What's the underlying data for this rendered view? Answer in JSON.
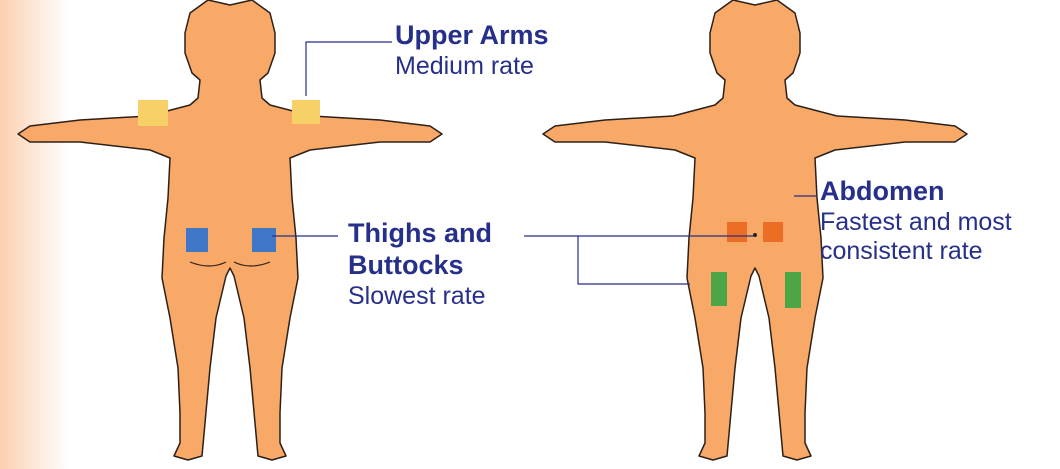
{
  "colors": {
    "skin": "#f8a867",
    "outline": "#2c2018",
    "upper_arms": "#f7d168",
    "thighs_buttocks": "#3f77c9",
    "abdomen": "#ec6e24",
    "thighs_front": "#4ea545",
    "text": "#262f8a",
    "leader_line": "#262f8a"
  },
  "labels": {
    "upper_arms": {
      "title": "Upper Arms",
      "rate": "Medium rate"
    },
    "thighs_buttocks": {
      "title_line1": "Thighs and",
      "title_line2": "Buttocks",
      "rate": "Slowest rate"
    },
    "abdomen": {
      "title": "Abdomen",
      "rate_line1": "Fastest and most",
      "rate_line2": "consistent rate"
    }
  }
}
